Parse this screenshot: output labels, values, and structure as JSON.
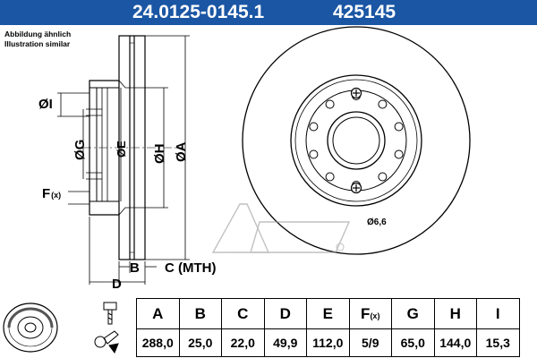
{
  "header": {
    "part_number": "24.0125-0145.1",
    "catalog_number": "425145"
  },
  "note": {
    "line1": "Abbildung ähnlich",
    "line2": "Illustration similar"
  },
  "drawing": {
    "labels": {
      "I": "ØI",
      "G": "ØG",
      "E": "ØE",
      "H": "ØH",
      "A": "ØA",
      "F": "F",
      "F_sub": "(x)",
      "B": "B",
      "C": "C (MTH)",
      "D": "D"
    },
    "bolt_hole": "Ø6,6"
  },
  "specs": {
    "headers": [
      "A",
      "B",
      "C",
      "D",
      "E",
      "F",
      "G",
      "H",
      "I"
    ],
    "f_suffix": "(x)",
    "values": [
      "288,0",
      "25,0",
      "22,0",
      "49,9",
      "112,0",
      "5/9",
      "65,0",
      "144,0",
      "15,3"
    ]
  }
}
